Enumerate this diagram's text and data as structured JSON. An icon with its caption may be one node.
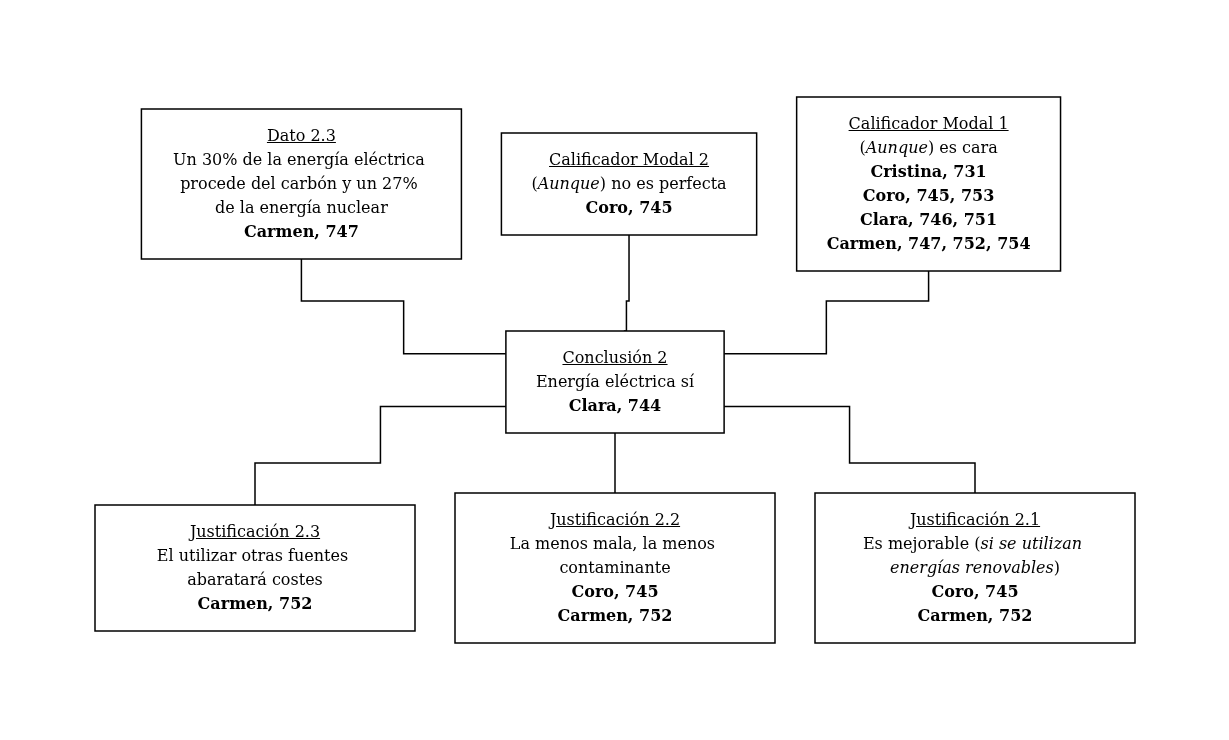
{
  "diagram": {
    "nodes": [
      {
        "text": [
          "Dato 2.3",
          "Un 30% de la energía eléctrica procede del carbón y un 27% de la energía nuclear",
          "Carmen, 747"
        ]
      },
      {
        "text": [
          "Calificador Modal 2",
          "(*Aunque*) no es perfecta",
          "Coro, 745"
        ]
      },
      {
        "text": [
          "Calificador Modal 1",
          "(*Aunque*) es cara",
          "Cristina, 731",
          "Coro, 745, 753",
          "Clara, 746, 751",
          "Carmen, 747, 752, 754"
        ]
      },
      {
        "text": [
          "Conclusión 2",
          "Energía eléctrica sí",
          "Clara, 744"
        ]
      },
      {
        "text": [
          "Justificación 2.3",
          "El utilizar otras fuentes abaratará costes",
          "Carmen, 752"
        ]
      },
      {
        "text": [
          "Justificación 2.2",
          "La menos mala, la menos contaminante",
          "Coro, 745",
          "Carmen, 752"
        ]
      },
      {
        "text": [
          "Justificación 2.1",
          "Es mejorable (*si se utilizan energías renovables*)",
          "Coro, 745",
          "Carmen, 752"
        ]
      }
    ],
    "edges": [
      {
        "from": 0,
        "to": 3,
        "arrow": "none"
      },
      {
        "from": 1,
        "to": 3,
        "arrow": "none"
      },
      {
        "from": 2,
        "to": 3,
        "arrow": "none"
      },
      {
        "from": 3,
        "to": 4,
        "arrow": "none"
      },
      {
        "from": 3,
        "to": 5,
        "arrow": "none"
      },
      {
        "from": 3,
        "to": 6,
        "arrow": "none"
      }
    ]
  }
}
